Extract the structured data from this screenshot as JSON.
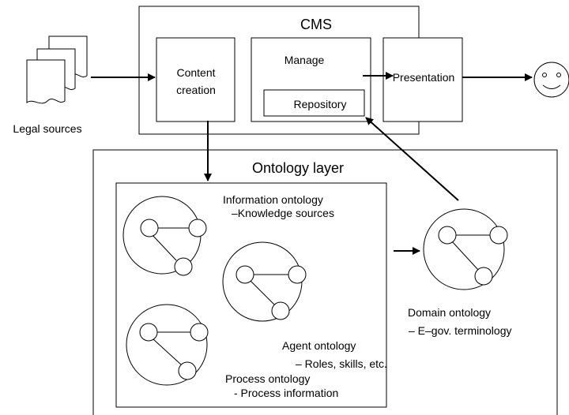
{
  "cms": {
    "title": "CMS",
    "content_creation": [
      "Content",
      "creation"
    ],
    "manage": "Manage",
    "repository": "Repository",
    "presentation": "Presentation"
  },
  "sources": {
    "label": "Legal sources"
  },
  "ontology_layer": {
    "title": "Ontology layer",
    "information": {
      "title": "Information ontology",
      "sub": "–Knowledge sources"
    },
    "agent": {
      "title": "Agent ontology",
      "sub": "– Roles, skills, etc."
    },
    "process": {
      "title": "Process ontology",
      "sub": "- Process information"
    },
    "domain": {
      "title": "Domain ontology",
      "sub": "– E–gov. terminology"
    }
  },
  "user_icon": "smiley-face-icon"
}
